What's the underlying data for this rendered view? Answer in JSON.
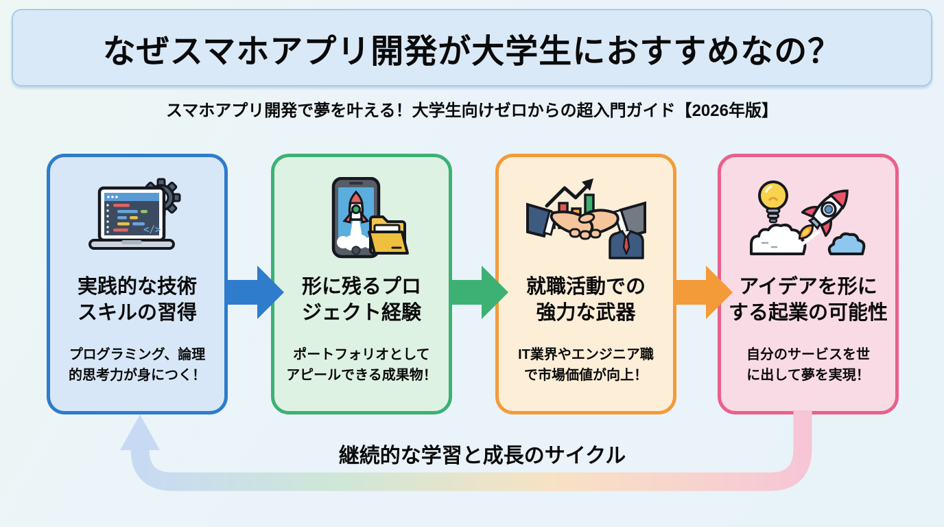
{
  "page": {
    "title": "なぜスマホアプリ開発が大学生におすすめなの？",
    "subtitle": "スマホアプリ開発で夢を叶える！大学生向けゼロからの超入門ガイド【2026年版】",
    "background_color": "#ecf4f8"
  },
  "title_banner": {
    "bg_color": "#dae9f7",
    "border_color": "#a6cbe8"
  },
  "cards": [
    {
      "icon": "laptop-code-gear-icon",
      "title_line1": "実践的な技術",
      "title_line2": "スキルの習得",
      "desc_line1": "プログラミング、論理",
      "desc_line2": "的思考力が身につく！",
      "border_color": "#2e7ccb",
      "bg_color": "#d7e7f7"
    },
    {
      "icon": "phone-rocket-folder-icon",
      "title_line1": "形に残るプロ",
      "title_line2": "ジェクト経験",
      "desc_line1": "ポートフォリオとして",
      "desc_line2": "アピールできる成果物！",
      "border_color": "#3db174",
      "bg_color": "#def2e4"
    },
    {
      "icon": "handshake-chart-suit-icon",
      "title_line1": "就職活動での",
      "title_line2": "強力な武器",
      "desc_line1": "IT業界やエンジニア職",
      "desc_line2": "で市場価値が向上！",
      "border_color": "#f39b38",
      "bg_color": "#fdeed8"
    },
    {
      "icon": "lightbulb-rocket-icon",
      "title_line1": "アイデアを形に",
      "title_line2": "する起業の可能性",
      "desc_line1": "自分のサービスを世",
      "desc_line2": "に出して夢を実現！",
      "border_color": "#e9608a",
      "bg_color": "#f9dbe5"
    }
  ],
  "flow_arrows": [
    {
      "from": 1,
      "to": 2,
      "color": "#2e7ccb"
    },
    {
      "from": 2,
      "to": 3,
      "color": "#3db174"
    },
    {
      "from": 3,
      "to": 4,
      "color": "#f39b38"
    }
  ],
  "cycle": {
    "label": "継続的な学習と成長のサイクル",
    "gradient_colors": [
      "#c8daf3",
      "#cfe7d7",
      "#f7e2c3",
      "#f6c6d6"
    ]
  }
}
